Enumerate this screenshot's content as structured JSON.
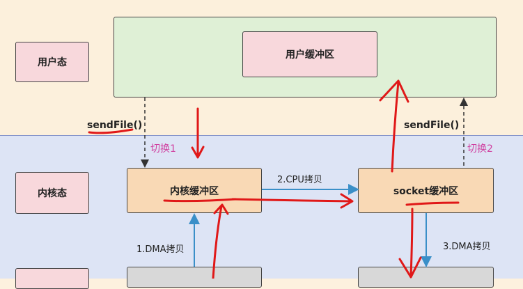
{
  "zones": {
    "user_label": "用户态",
    "kernel_label": "内核态"
  },
  "boxes": {
    "user_buffer": "用户缓冲区",
    "kernel_buffer": "内核缓冲区",
    "socket_buffer": "socket缓冲区"
  },
  "labels": {
    "sendfile_left": "sendFile()",
    "sendfile_right": "sendFile()",
    "switch1": "切换1",
    "switch2": "切换2",
    "cpu_copy": "2.CPU拷贝",
    "dma_copy1": "1.DMA拷贝",
    "dma_copy3": "3.DMA拷贝"
  },
  "colors": {
    "user_zone": "#fcf0dc",
    "kernel_zone": "#dde4f5",
    "arrow_blue": "#3a8fc8",
    "annotation_red": "#e01818",
    "switch_magenta": "#d040a0"
  }
}
